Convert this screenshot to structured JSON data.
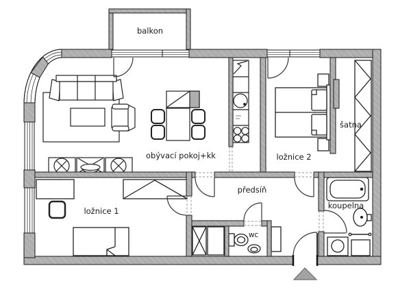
{
  "plan": {
    "kind": "apartment-floor-plan",
    "language": "cs"
  },
  "rooms": {
    "balcony": {
      "label": "balkon"
    },
    "living_room": {
      "label": "obývací pokoj+kk"
    },
    "bedroom1": {
      "label": "ložnice 1"
    },
    "bedroom2": {
      "label": "ložnice 2"
    },
    "hallway": {
      "label": "předsíň"
    },
    "wc": {
      "label": "wc"
    },
    "bathroom": {
      "label": "koupelna"
    },
    "closet": {
      "label": "šatna"
    }
  },
  "colors": {
    "background": "#ffffff",
    "wall_fill": "#aeaeae",
    "wall_hatch": "#bfbfbf",
    "outline": "#1a1a1a",
    "furniture_stroke": "#222222",
    "dashed_opening": "#909090",
    "entrance_marker_fill": "#a3a3a3"
  },
  "icons": {
    "entrance_marker": "up-triangle"
  }
}
